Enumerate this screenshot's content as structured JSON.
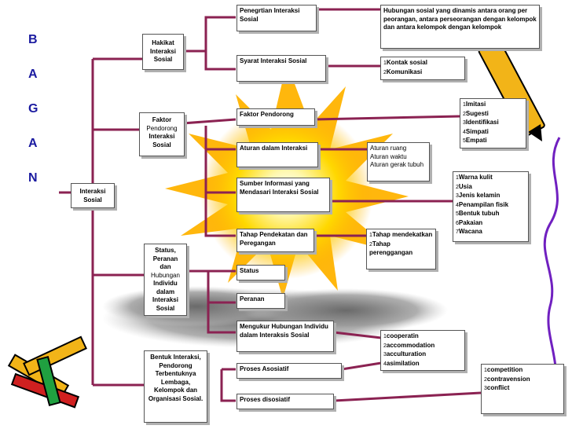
{
  "title_letters": [
    "B",
    "A",
    "G",
    "A",
    "N"
  ],
  "nodes": {
    "root": "Interaksi Sosial",
    "hakikat": "Hakikat Interaksi Sosial",
    "faktor": {
      "l1": "Faktor",
      "l2": "Pendorong",
      "l3": "Interaksi",
      "l4": "Sosial"
    },
    "status_peranan": {
      "l1": "Status,",
      "l2": "Peranan",
      "l3": "dan",
      "l4": "Hubungan",
      "l5": "Individu",
      "l6": "dalam",
      "l7": "Interaksi",
      "l8": "Sosial"
    },
    "bentuk": "Bentuk Interaksi, Pendorong Terbentuknya Lembaga, Kelompok dan Organisasi Sosial.",
    "pengertian": "Penegrtian Interaksi Sosial",
    "syarat": "Syarat Interaksi Sosial",
    "faktor_pendorong": "Faktor Pendorong",
    "aturan": "Aturan dalam Interaksi",
    "sumber": "Sumber Informasi yang Mendasari Interaksi Sosial",
    "tahap": "Tahap Pendekatan dan Peregangan",
    "status": "Status",
    "peranan": "Peranan",
    "mengukur": "Mengukur Hubungan Individu dalam Interaksis Sosial",
    "asosiatif": "Proses Asosiatif",
    "disosiatif": "Proses disosiatif"
  },
  "details": {
    "pengertian_def": "Hubungan sosial yang dinamis antara orang per peorangan, antara perseorangan dengan kelompok dan antara kelompok dengan kelompok",
    "syarat_list": [
      "Kontak sosial",
      "Komunikasi"
    ],
    "faktor_list": [
      "Imitasi",
      "Sugesti",
      "Identifikasi",
      "Simpati",
      "Empati"
    ],
    "aturan_list": [
      "Aturan ruang",
      "Aturan waktu",
      "Aturan gerak tubuh"
    ],
    "sumber_list": [
      "Warna kulit",
      "Usia",
      "Jenis kelamin",
      "Penampilan fisik",
      "Bentuk tubuh",
      "Pakaian",
      "Wacana"
    ],
    "tahap_list": [
      "Tahap mendekatkan",
      "Tahap perenggangan"
    ],
    "asosiatif_list": [
      "cooperatin",
      "accommodation",
      "acculturation",
      "asimilation"
    ],
    "disosiatif_list": [
      "competition",
      "contravension",
      "conflict"
    ]
  },
  "colors": {
    "connector": "#8b2252",
    "title": "#1a1aa0",
    "sun": "#ffd000",
    "ray": "#ff9a00"
  }
}
